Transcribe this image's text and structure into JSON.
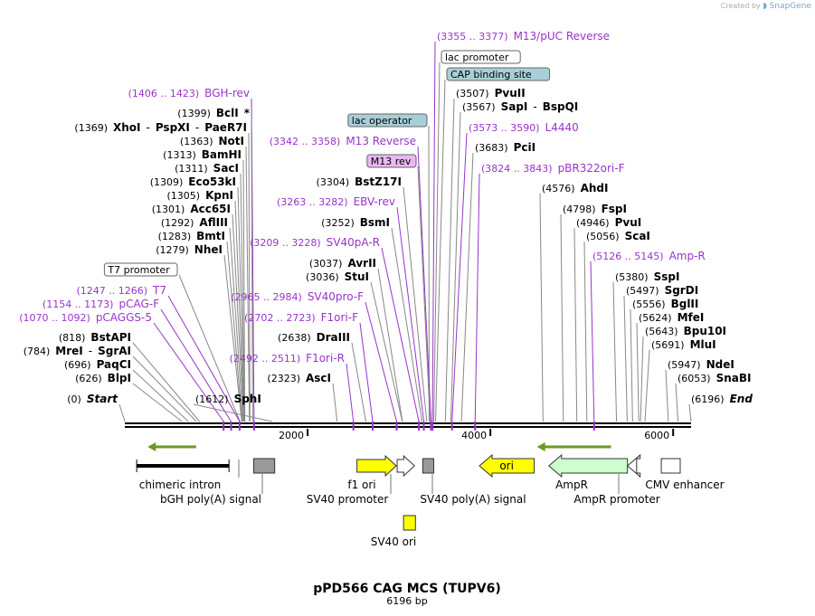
{
  "credit": {
    "prefix": "Created by",
    "brand": "SnapGene"
  },
  "plasmid": {
    "name": "pPD566 CAG MCS (TUPV6)",
    "length_label": "6196 bp",
    "length": 6196
  },
  "ruler": {
    "ticks": [
      {
        "pos": 2000,
        "label": "2000"
      },
      {
        "pos": 4000,
        "label": "4000"
      },
      {
        "pos": 6000,
        "label": "6000"
      }
    ]
  },
  "colors": {
    "enzyme": "#000000",
    "primer": "#9933cc",
    "line": "#888888",
    "primer_line": "#9933cc",
    "feature_yellow": "#ffff00",
    "feature_green": "#ccffcc",
    "feature_gray": "#999999",
    "feature_blue": "#3a6fd8",
    "label_blue_fill": "#a8cfd8",
    "label_purple_fill": "#e8b8f0"
  },
  "top_labels": [
    {
      "kind": "primer",
      "name": "M13/pUC Reverse",
      "range": "(3355 .. 3377)",
      "pos": 3366
    },
    {
      "kind": "feature",
      "name": "lac promoter",
      "pos": 3380
    },
    {
      "kind": "feature",
      "name": "CAP binding site",
      "pos": 3400,
      "fill": "blue"
    },
    {
      "kind": "enzyme",
      "name": "PvuII",
      "coord": "(3507)",
      "pos": 3507
    },
    {
      "kind": "enzyme",
      "name": "SapI",
      "name2": "BspQI",
      "coord": "(3567)",
      "pos": 3567
    },
    {
      "kind": "primer",
      "name": "L4440",
      "range": "(3573 .. 3590)",
      "pos": 3580
    },
    {
      "kind": "enzyme",
      "name": "PciI",
      "coord": "(3683)",
      "pos": 3683
    },
    {
      "kind": "primer",
      "name": "pBR322ori-F",
      "range": "(3824 .. 3843)",
      "pos": 3833
    }
  ],
  "left_labels": [
    {
      "kind": "primer",
      "name": "BGH-rev",
      "range": "(1406 .. 1423)",
      "pos": 1414
    },
    {
      "kind": "enzyme",
      "name": "BclI",
      "star": "*",
      "coord": "(1399)",
      "pos": 1399
    },
    {
      "kind": "enzyme",
      "name": "XhoI",
      "name2": "PspXI",
      "name3": "PaeR7I",
      "coord": "(1369)",
      "pos": 1369
    },
    {
      "kind": "enzyme",
      "name": "NotI",
      "coord": "(1363)",
      "pos": 1363
    },
    {
      "kind": "enzyme",
      "name": "BamHI",
      "coord": "(1313)",
      "pos": 1313
    },
    {
      "kind": "enzyme",
      "name": "SacI",
      "coord": "(1311)",
      "pos": 1311
    },
    {
      "kind": "enzyme",
      "name": "Eco53kI",
      "coord": "(1309)",
      "pos": 1309
    },
    {
      "kind": "enzyme",
      "name": "KpnI",
      "coord": "(1305)",
      "pos": 1305
    },
    {
      "kind": "enzyme",
      "name": "Acc65I",
      "coord": "(1301)",
      "pos": 1301
    },
    {
      "kind": "enzyme",
      "name": "AflIII",
      "coord": "(1292)",
      "pos": 1292
    },
    {
      "kind": "enzyme",
      "name": "BmtI",
      "coord": "(1283)",
      "pos": 1283
    },
    {
      "kind": "enzyme",
      "name": "NheI",
      "coord": "(1279)",
      "pos": 1279
    },
    {
      "kind": "feature",
      "name": "T7 promoter",
      "pos": 1260
    },
    {
      "kind": "primer",
      "name": "T7",
      "range": "(1247 .. 1266)",
      "pos": 1256
    },
    {
      "kind": "primer",
      "name": "pCAG-F",
      "range": "(1154 .. 1173)",
      "pos": 1163
    },
    {
      "kind": "primer",
      "name": "pCAGGS-5",
      "range": "(1070 .. 1092)",
      "pos": 1081
    },
    {
      "kind": "enzyme",
      "name": "BstAPI",
      "coord": "(818)",
      "pos": 818
    },
    {
      "kind": "enzyme",
      "name": "MreI",
      "name2": "SgrAI",
      "coord": "(784)",
      "pos": 784
    },
    {
      "kind": "enzyme",
      "name": "PaqCI",
      "coord": "(696)",
      "pos": 696
    },
    {
      "kind": "enzyme",
      "name": "BlpI",
      "coord": "(626)",
      "pos": 626
    },
    {
      "kind": "enzyme",
      "name": "Start",
      "coord": "(0)",
      "pos": 0,
      "italic": true
    },
    {
      "kind": "enzyme",
      "name": "SphI",
      "coord": "(1612)",
      "pos": 1612
    }
  ],
  "middle_labels": [
    {
      "kind": "feature",
      "name": "lac operator",
      "pos": 3330,
      "fill": "blue"
    },
    {
      "kind": "primer",
      "name": "M13 Reverse",
      "range": "(3342 .. 3358)",
      "pos": 3350
    },
    {
      "kind": "feature",
      "name": "M13 rev",
      "pos": 3340,
      "fill": "purple"
    },
    {
      "kind": "enzyme",
      "name": "BstZ17I",
      "coord": "(3304)",
      "pos": 3304
    },
    {
      "kind": "primer",
      "name": "EBV-rev",
      "range": "(3263 .. 3282)",
      "pos": 3272
    },
    {
      "kind": "enzyme",
      "name": "BsmI",
      "coord": "(3252)",
      "pos": 3252
    },
    {
      "kind": "primer",
      "name": "SV40pA-R",
      "range": "(3209 .. 3228)",
      "pos": 3218
    },
    {
      "kind": "enzyme",
      "name": "AvrII",
      "coord": "(3037)",
      "pos": 3037
    },
    {
      "kind": "enzyme",
      "name": "StuI",
      "coord": "(3036)",
      "pos": 3036
    },
    {
      "kind": "primer",
      "name": "SV40pro-F",
      "range": "(2965 .. 2984)",
      "pos": 2974
    },
    {
      "kind": "primer",
      "name": "F1ori-F",
      "range": "(2702 .. 2723)",
      "pos": 2712
    },
    {
      "kind": "enzyme",
      "name": "DraIII",
      "coord": "(2638)",
      "pos": 2638
    },
    {
      "kind": "primer",
      "name": "F1ori-R",
      "range": "(2492 .. 2511)",
      "pos": 2501
    },
    {
      "kind": "enzyme",
      "name": "AscI",
      "coord": "(2323)",
      "pos": 2323
    }
  ],
  "right_labels": [
    {
      "kind": "enzyme",
      "name": "AhdI",
      "coord": "(4576)",
      "pos": 4576
    },
    {
      "kind": "enzyme",
      "name": "FspI",
      "coord": "(4798)",
      "pos": 4798
    },
    {
      "kind": "enzyme",
      "name": "PvuI",
      "coord": "(4946)",
      "pos": 4946
    },
    {
      "kind": "enzyme",
      "name": "ScaI",
      "coord": "(5056)",
      "pos": 5056
    },
    {
      "kind": "primer",
      "name": "Amp-R",
      "range": "(5126 .. 5145)",
      "pos": 5135
    },
    {
      "kind": "enzyme",
      "name": "SspI",
      "coord": "(5380)",
      "pos": 5380
    },
    {
      "kind": "enzyme",
      "name": "SgrDI",
      "coord": "(5497)",
      "pos": 5497
    },
    {
      "kind": "enzyme",
      "name": "BglII",
      "coord": "(5556)",
      "pos": 5556
    },
    {
      "kind": "enzyme",
      "name": "MfeI",
      "coord": "(5624)",
      "pos": 5624
    },
    {
      "kind": "enzyme",
      "name": "Bpu10I",
      "coord": "(5643)",
      "pos": 5643
    },
    {
      "kind": "enzyme",
      "name": "MluI",
      "coord": "(5691)",
      "pos": 5691
    },
    {
      "kind": "enzyme",
      "name": "NdeI",
      "coord": "(5947)",
      "pos": 5947
    },
    {
      "kind": "enzyme",
      "name": "SnaBI",
      "coord": "(6053)",
      "pos": 6053
    },
    {
      "kind": "enzyme",
      "name": "End",
      "coord": "(6196)",
      "pos": 6196,
      "italic": true
    }
  ],
  "features": [
    {
      "name": "chimeric intron",
      "start": 130,
      "end": 1140,
      "type": "bar"
    },
    {
      "name": "bGH poly(A) signal",
      "start": 1410,
      "end": 1640,
      "type": "box",
      "fill": "gray"
    },
    {
      "name": "f1 ori",
      "start": 2540,
      "end": 2970,
      "type": "arrow-right",
      "fill": "yellow"
    },
    {
      "name": "SV40 promoter",
      "start": 2980,
      "end": 3170,
      "type": "arrow-right",
      "fill": "white"
    },
    {
      "name": "SV40 ori",
      "start": 3050,
      "end": 3180,
      "type": "box",
      "fill": "yellow"
    },
    {
      "name": "SV40 poly(A) signal",
      "start": 3260,
      "end": 3380,
      "type": "box",
      "fill": "gray"
    },
    {
      "name": "ori",
      "start": 3880,
      "end": 4480,
      "type": "arrow-left",
      "fill": "yellow"
    },
    {
      "name": "AmpR",
      "start": 4640,
      "end": 5500,
      "type": "arrow-left",
      "fill": "green"
    },
    {
      "name": "AmpR promoter",
      "start": 5500,
      "end": 5600,
      "type": "arrow-left",
      "fill": "white"
    },
    {
      "name": "CMV enhancer",
      "start": 5870,
      "end": 6250,
      "type": "box",
      "fill": "white"
    }
  ]
}
